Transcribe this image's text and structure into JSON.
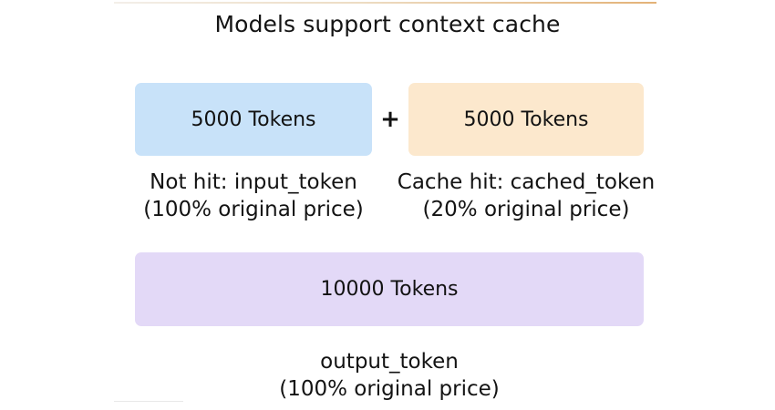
{
  "title": "Models support context cache",
  "blocks": {
    "input": {
      "box_label": "5000 Tokens",
      "caption_line1": "Not hit: input_token",
      "caption_line2": "(100% original price)",
      "color": "#c8e2f9"
    },
    "cached": {
      "box_label": "5000 Tokens",
      "caption_line1": "Cache hit: cached_token",
      "caption_line2": "(20% original price)",
      "color": "#fce8cd"
    },
    "output": {
      "box_label": "10000 Tokens",
      "caption_line1": "output_token",
      "caption_line2": "(100% original price)",
      "color": "#e3d9f7"
    }
  },
  "operator": {
    "plus": "+"
  },
  "colors": {
    "background": "#ffffff",
    "text": "#121212",
    "top_rule_accent": "#e3b277",
    "bottom_rule": "#e9e9e9"
  }
}
